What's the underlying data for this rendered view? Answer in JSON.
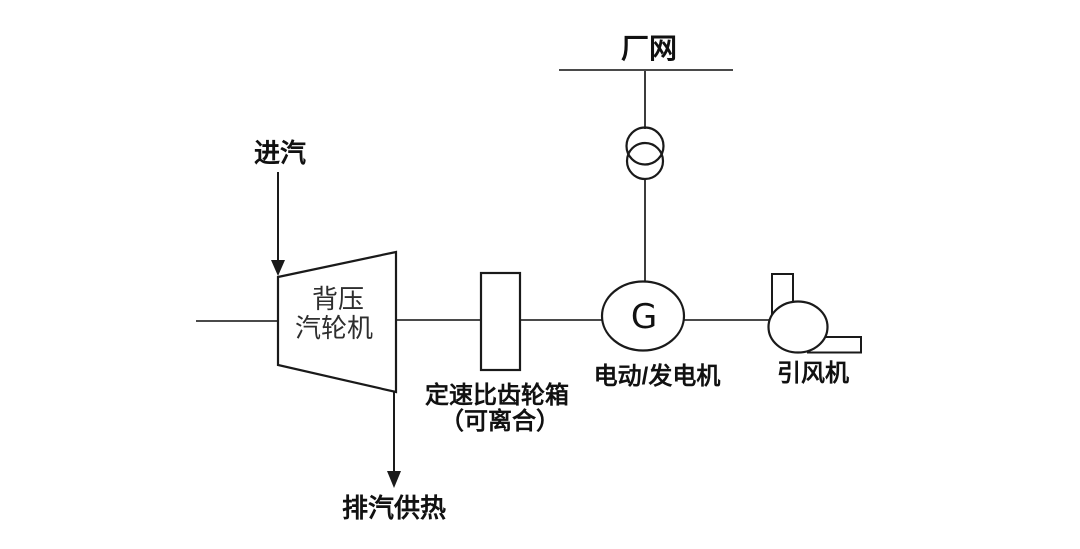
{
  "labels": {
    "grid": "厂网",
    "steam_inlet": "进汽",
    "turbine_line1": "背压",
    "turbine_line2": "汽轮机",
    "exhaust_heating": "排汽供热",
    "gearbox_line1": "定速比齿轮箱",
    "gearbox_line2": "（可离合）",
    "generator_symbol": "G",
    "motor_generator": "电动/发电机",
    "induced_draft_fan": "引风机"
  },
  "colors": {
    "outline": "#1a1a1a",
    "shaft_line": "#4a4a4a",
    "background": "#ffffff"
  }
}
